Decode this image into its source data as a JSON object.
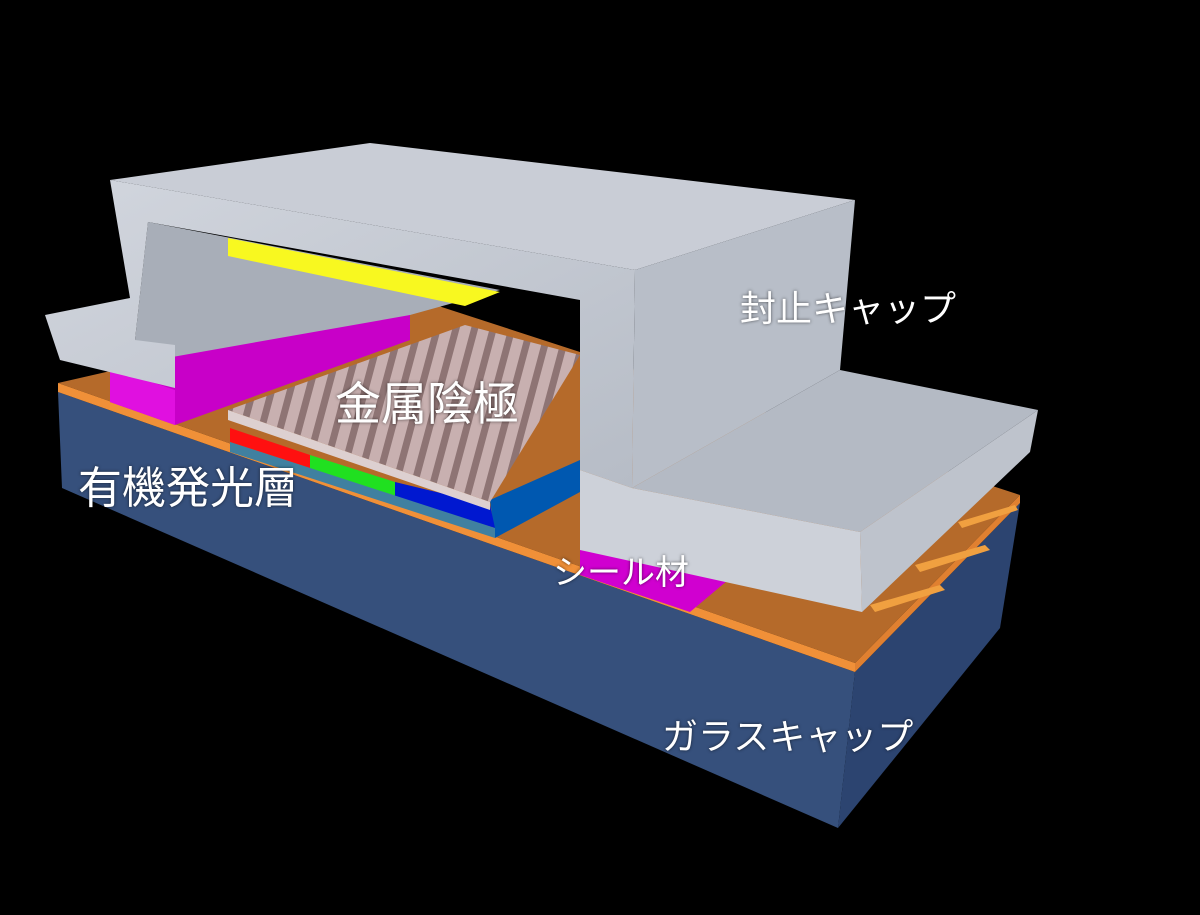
{
  "labels": {
    "sealing_cap": "封止キャップ",
    "metal_cathode": "金属陰極",
    "organic_emitting_layer": "有機発光層",
    "sealant": "シール材",
    "glass_cap": "ガラスキャップ"
  },
  "colors": {
    "background": "#000000",
    "glass": "#36507c",
    "electrode": "#c07028",
    "sealant": "#d000d0",
    "cap": "#c8ccd4",
    "getter": "#f8f820",
    "cathode": "#b8a0a0",
    "red": "#ff1010",
    "green": "#20e020",
    "blue": "#0018d0"
  }
}
